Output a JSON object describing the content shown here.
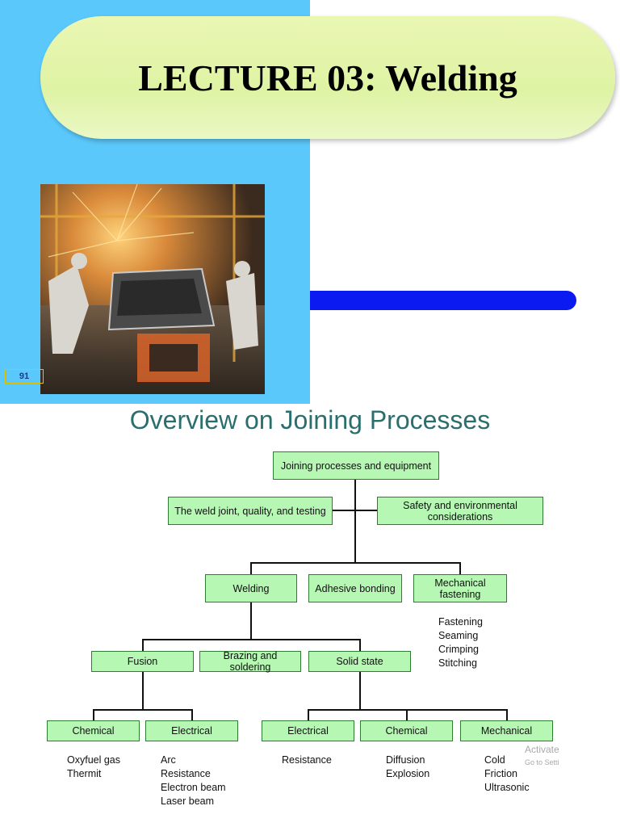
{
  "slide": {
    "title": "LECTURE 03: Welding",
    "page_number": "91",
    "photo_description": "welding-robots-photo"
  },
  "overview": {
    "title": "Overview on Joining Processes",
    "root": "Joining processes and equipment",
    "side_left": "The weld joint, quality, and testing",
    "side_right": "Safety and environmental considerations",
    "level2": {
      "welding": "Welding",
      "adhesive": "Adhesive bonding",
      "mechanical": "Mechanical fastening"
    },
    "mechanical_items": [
      "Fastening",
      "Seaming",
      "Crimping",
      "Stitching"
    ],
    "level3": {
      "fusion": "Fusion",
      "brazing": "Brazing and soldering",
      "solid": "Solid state"
    },
    "level4": {
      "fusion_chemical": "Chemical",
      "fusion_electrical": "Electrical",
      "solid_electrical": "Electrical",
      "solid_chemical": "Chemical",
      "solid_mechanical": "Mechanical"
    },
    "leaves": {
      "fusion_chemical": [
        "Oxyfuel gas",
        "Thermit"
      ],
      "fusion_electrical": [
        "Arc",
        "Resistance",
        "Electron beam",
        "Laser beam"
      ],
      "solid_electrical": [
        "Resistance"
      ],
      "solid_chemical": [
        "Diffusion",
        "Explosion"
      ],
      "solid_mechanical": [
        "Cold",
        "Friction",
        "Ultrasonic"
      ]
    }
  },
  "watermark": {
    "line1": "Activate",
    "line2": "Go to Setti"
  },
  "colors": {
    "box_fill": "#b6f7b4",
    "box_border": "#2e7d32",
    "panel_blue": "#5bc8fb",
    "bar_blue": "#0a1af0",
    "title_green": "#dff3a4",
    "overview_title": "#2b6e6e"
  }
}
